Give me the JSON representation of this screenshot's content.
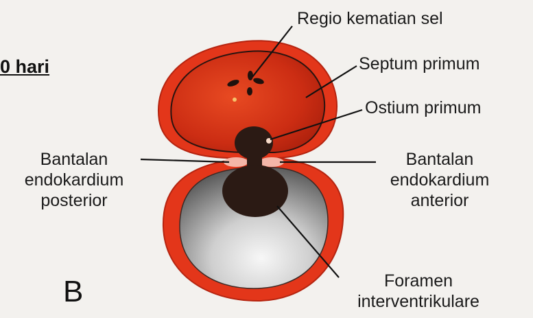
{
  "figure": {
    "day_label": "0 hari",
    "panel_letter": "B"
  },
  "labels": {
    "regio": "Regio kematian sel",
    "septum": "Septum primum",
    "ostium": "Ostium primum",
    "bantalan_posterior": [
      "Bantalan",
      "endokardium",
      "posterior"
    ],
    "bantalan_anterior": [
      "Bantalan",
      "endokardium",
      "anterior"
    ],
    "foramen": [
      "Foramen",
      "interventrikulare"
    ]
  },
  "colors": {
    "wall_red": "#e3361a",
    "atrium_dark": "#b3220f",
    "septum_brown": "#2b1a14",
    "ventricle_grey": "#7d7d7d",
    "cushion_pink": "#f4b6a8"
  }
}
